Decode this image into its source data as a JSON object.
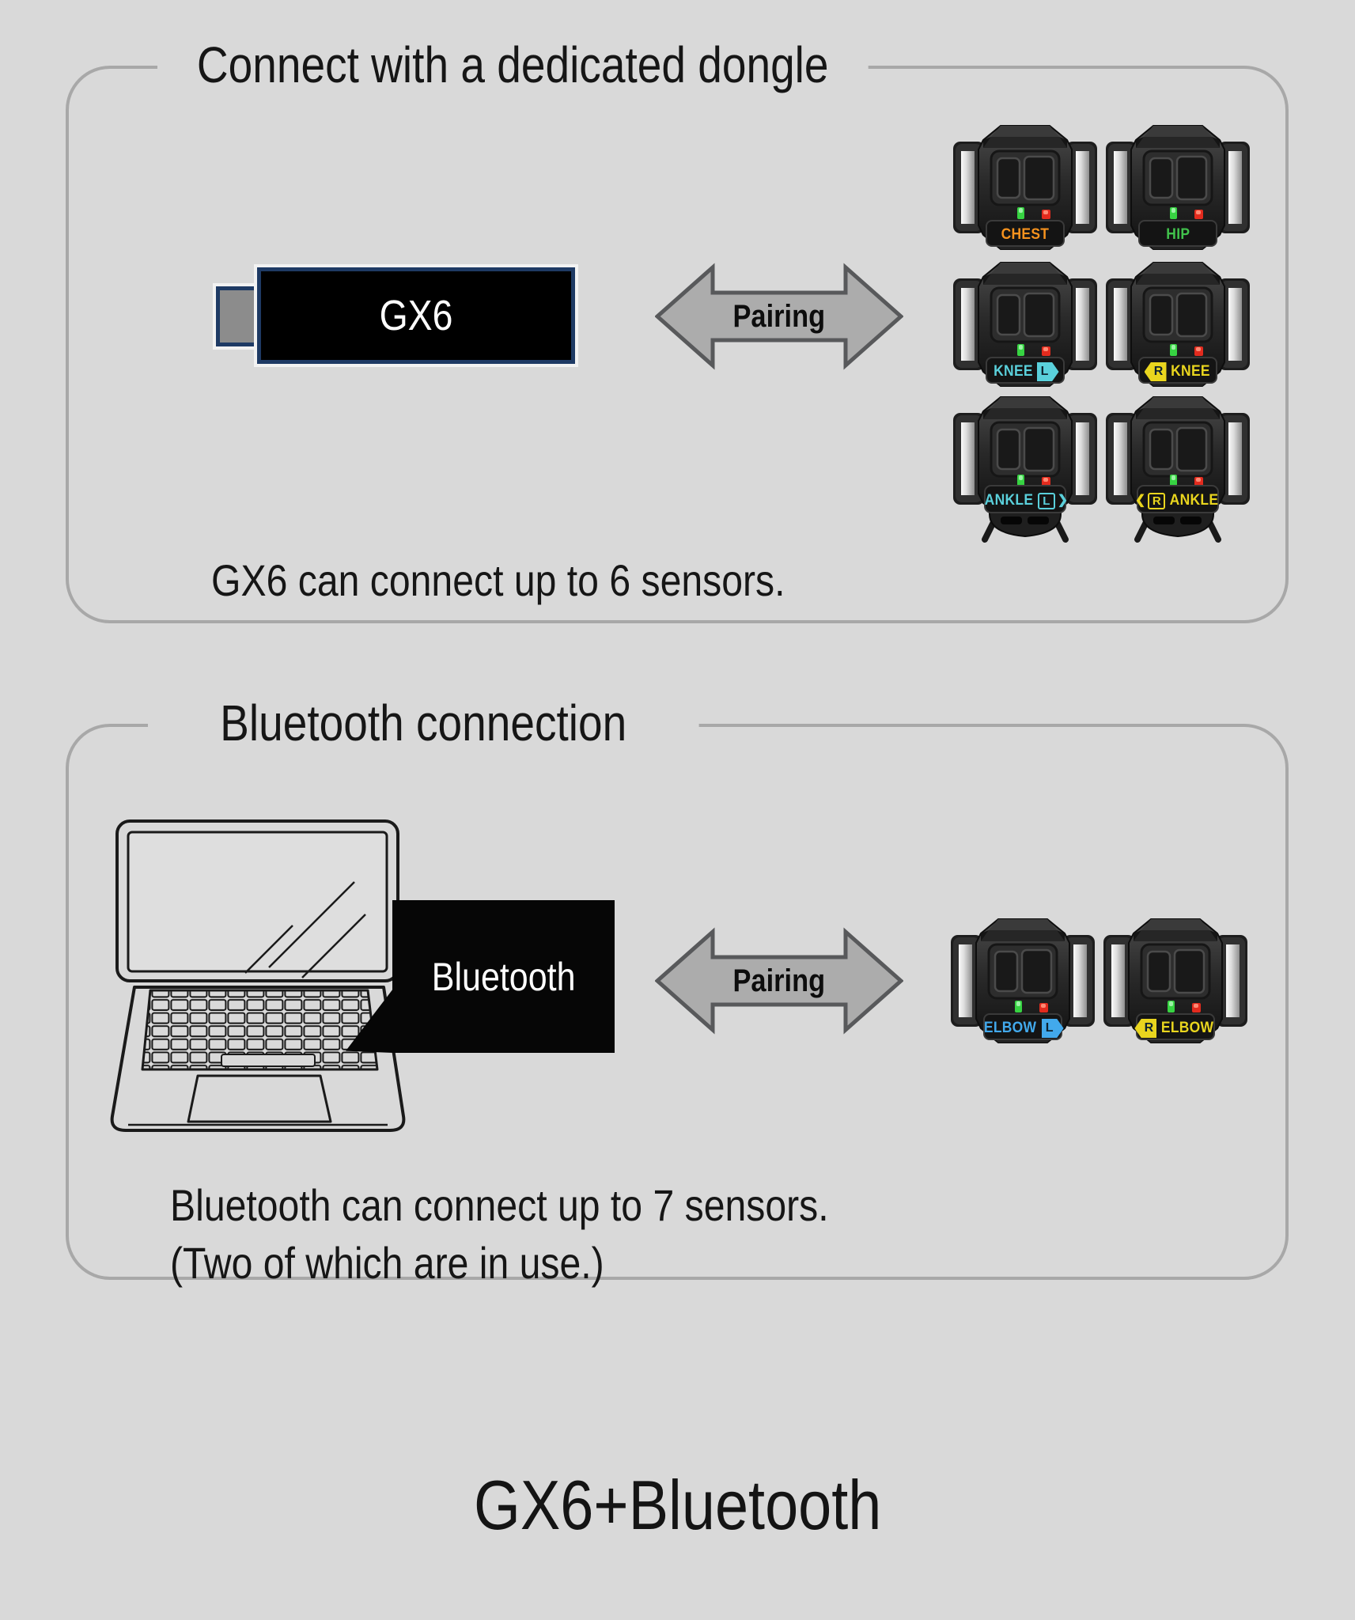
{
  "colors": {
    "background": "#d9d9d9",
    "panel_border": "#a8a8a8",
    "arrow_fill": "#acacac",
    "arrow_border": "#58595b",
    "dongle_border": "#1e3a64",
    "dongle_body": "#000000",
    "usb_fill": "#8c8c8c",
    "callout_bg": "#060606",
    "led_green": "#37d342",
    "led_red": "#e32b1e"
  },
  "dongle_panel": {
    "title": "Connect with a dedicated dongle",
    "dongle_label": "GX6",
    "pairing_label": "Pairing",
    "caption": "GX6 can connect up to 6 sensors.",
    "sensors": [
      {
        "label": "CHEST",
        "side": "",
        "color": "#f6921e"
      },
      {
        "label": "HIP",
        "side": "",
        "color": "#41c24c"
      },
      {
        "label": "KNEE",
        "side": "L",
        "color": "#5ad0db"
      },
      {
        "label": "KNEE",
        "side": "R",
        "color": "#e9d51e"
      },
      {
        "label": "ANKLE",
        "side": "L",
        "color": "#5ad0db"
      },
      {
        "label": "ANKLE",
        "side": "R",
        "color": "#e9d51e"
      }
    ]
  },
  "bluetooth_panel": {
    "title": "Bluetooth connection",
    "callout_label": "Bluetooth",
    "pairing_label": "Pairing",
    "caption_line1": "Bluetooth can connect up to 7 sensors.",
    "caption_line2": "(Two of which are in use.)",
    "sensors": [
      {
        "label": "ELBOW",
        "side": "L",
        "color": "#42a9ec"
      },
      {
        "label": "ELBOW",
        "side": "R",
        "color": "#e9d51e"
      }
    ]
  },
  "footer": {
    "title": "GX6+Bluetooth"
  }
}
